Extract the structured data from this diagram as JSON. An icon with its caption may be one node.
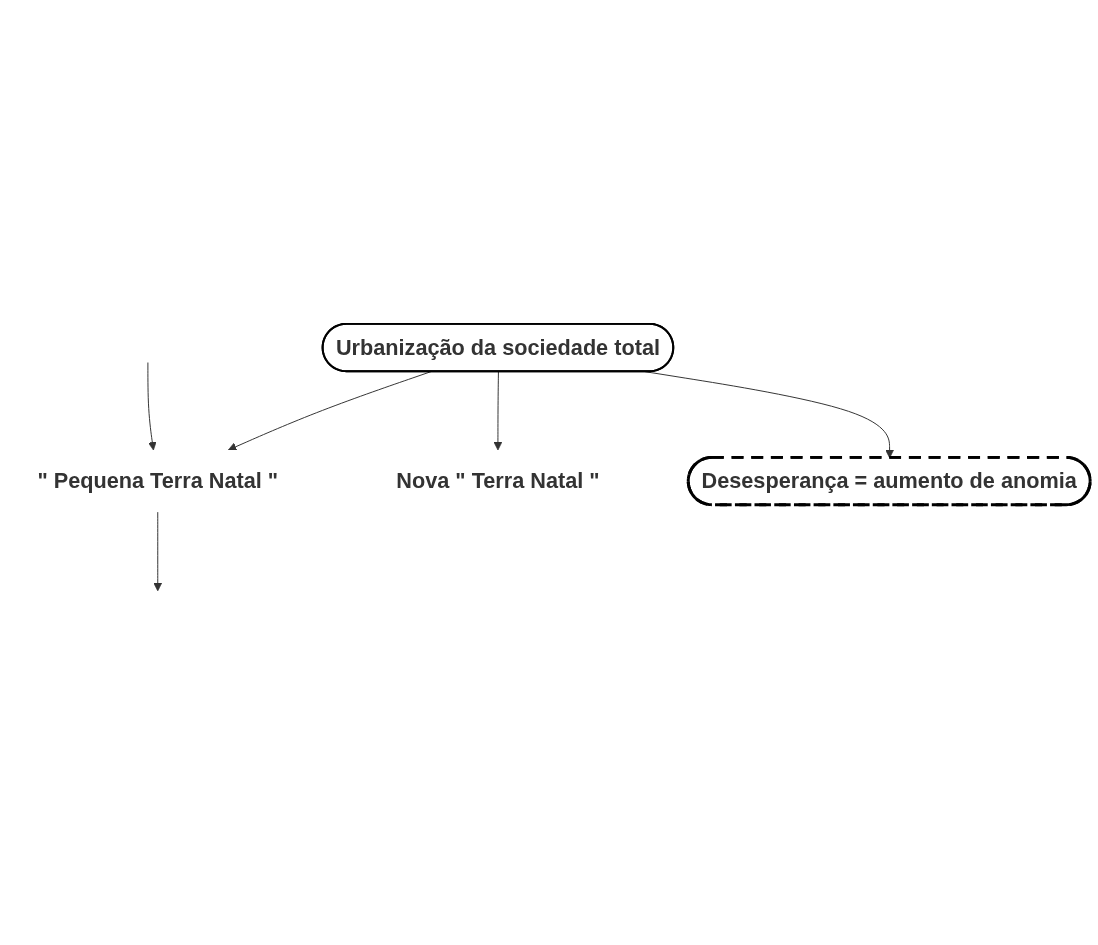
{
  "diagram": {
    "nodes": [
      {
        "text": [
          "\" Pequena Terra Natal \""
        ]
      },
      {
        "text": [
          "Urbanização da sociedade total"
        ]
      },
      {
        "text": [
          "Nova \" Terra Natal \""
        ]
      },
      {
        "text": [
          "Desesperança = aumento de anomia"
        ]
      }
    ],
    "edges": [
      {
        "from": null,
        "to": 0,
        "arrow": "to"
      },
      {
        "from": 0,
        "to": null,
        "arrow": "to"
      },
      {
        "from": 1,
        "to": 0,
        "arrow": "to"
      },
      {
        "from": 1,
        "to": 2,
        "arrow": "to"
      },
      {
        "from": 1,
        "to": 3,
        "arrow": "to"
      }
    ]
  }
}
